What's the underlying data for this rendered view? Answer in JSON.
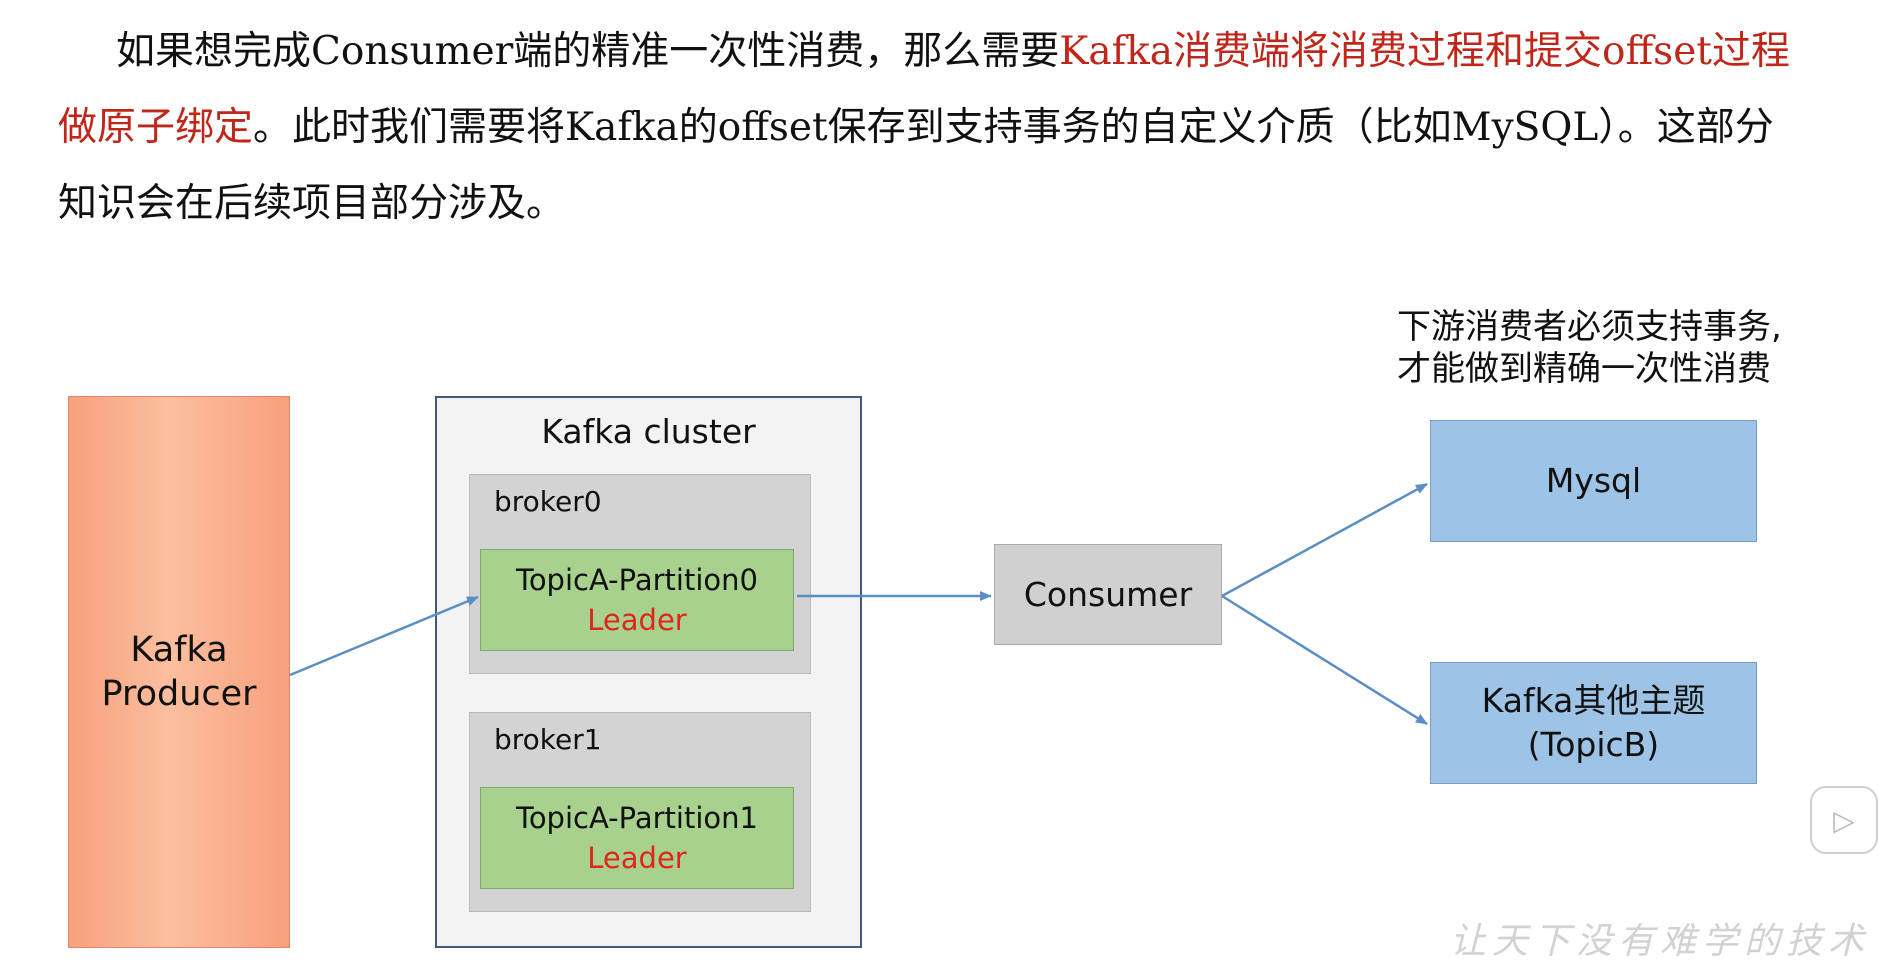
{
  "intro": {
    "part1": "如果想完成Consumer端的精准一次性消费，那么需要",
    "highlight": "Kafka消费端将消费过程和提交offset过程做原子绑定",
    "part2": "。此时我们需要将Kafka的offset保存到支持事务的自定义介质（比如MySQL）。这部分知识会在后续项目部分涉及。"
  },
  "diagram": {
    "producer": {
      "line1": "Kafka",
      "line2": "Producer"
    },
    "cluster": {
      "title": "Kafka cluster",
      "brokers": [
        {
          "label": "broker0",
          "partition": "TopicA-Partition0",
          "role": "Leader"
        },
        {
          "label": "broker1",
          "partition": "TopicA-Partition1",
          "role": "Leader"
        }
      ]
    },
    "consumer": "Consumer",
    "note": {
      "line1": "下游消费者必须支持事务,",
      "line2": "才能做到精确一次性消费"
    },
    "targets": [
      {
        "line1": "Mysql",
        "line2": ""
      },
      {
        "line1": "Kafka其他主题",
        "line2": "(TopicB)"
      }
    ]
  },
  "colors": {
    "highlight_text": "#c0271b",
    "producer": "#f7a07c",
    "partition": "#a9d18e",
    "leader_text": "#e0261a",
    "target": "#9dc3e6",
    "arrow": "#5b8fc4"
  },
  "watermark": "让天下没有难学的技术",
  "icons": {
    "player": "play-icon"
  }
}
